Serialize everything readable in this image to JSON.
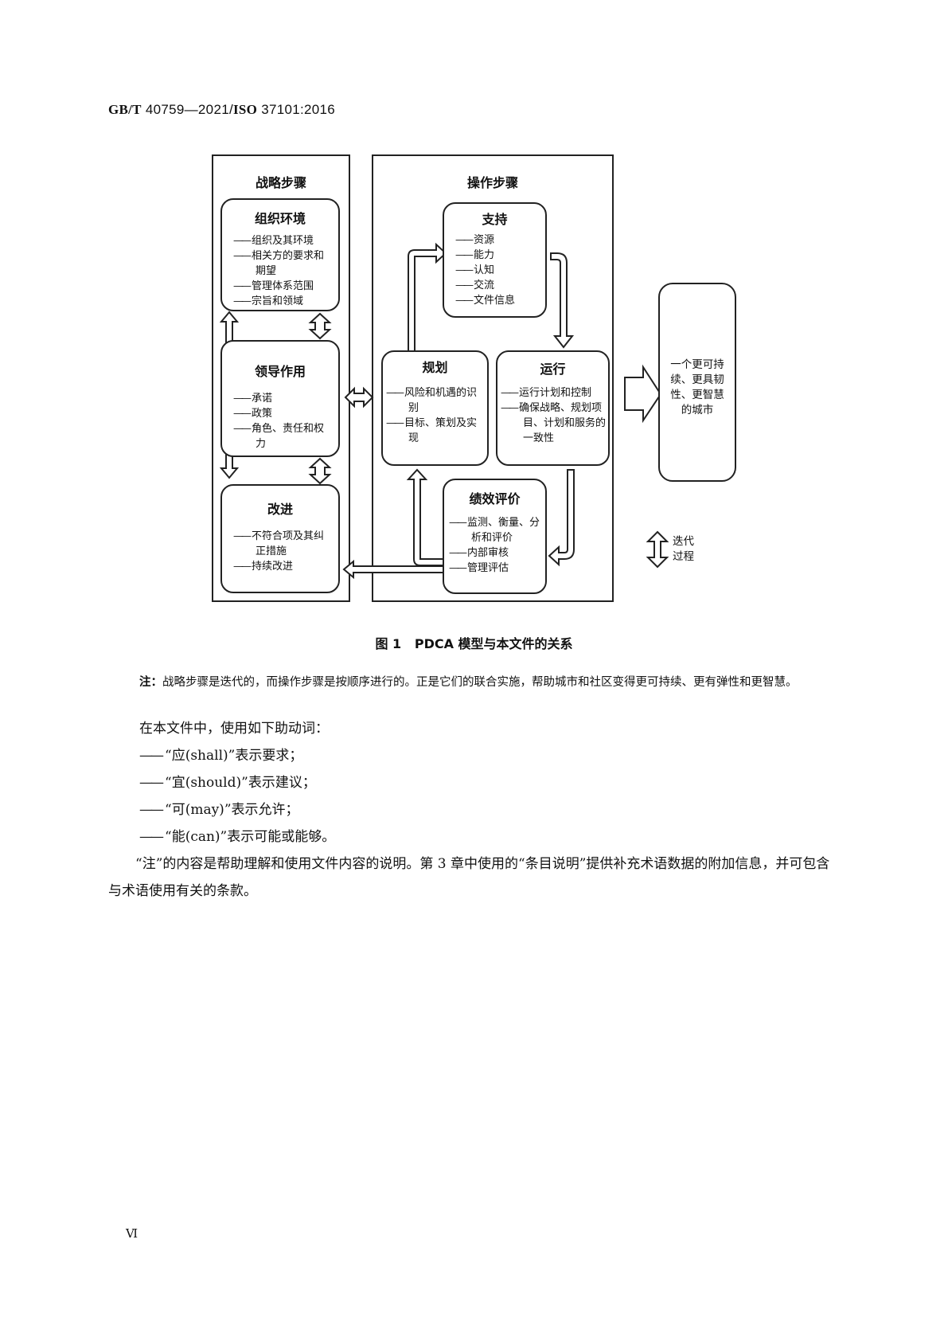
{
  "header": {
    "standard_prefix": "GB/T",
    "standard_code": "40759—2021/",
    "iso_prefix": "ISO",
    "iso_code": " 37101:2016"
  },
  "figure": {
    "strategic_title": "战略步骤",
    "operational_title": "操作步骤",
    "context": {
      "title": "组织环境",
      "items": [
        "组织及其环境",
        "相关方的要求和期望",
        "管理体系范围",
        "宗旨和领域"
      ]
    },
    "leadership": {
      "title": "领导作用",
      "items": [
        "承诺",
        "政策",
        "角色、责任和权力"
      ]
    },
    "improvement": {
      "title": "改进",
      "items": [
        "不符合项及其纠正措施",
        "持续改进"
      ]
    },
    "support": {
      "title": "支持",
      "items": [
        "资源",
        "能力",
        "认知",
        "交流",
        "文件信息"
      ]
    },
    "planning": {
      "title": "规划",
      "items": [
        "风险和机遇的识别",
        "目标、策划及实现"
      ]
    },
    "operation": {
      "title": "运行",
      "items": [
        "运行计划和控制",
        "确保战略、规划项目、计划和服务的一致性"
      ]
    },
    "evaluation": {
      "title": "绩效评价",
      "items": [
        "监测、衡量、分析和评价",
        "内部审核",
        "管理评估"
      ]
    },
    "outcome": "一个更可持续、更具韧性、更智慧的城市",
    "legend_label": "迭代过程",
    "caption": "图 1   PDCA 模型与本文件的关系"
  },
  "note": {
    "label": "注：",
    "text": "战略步骤是迭代的，而操作步骤是按顺序进行的。正是它们的联合实施，帮助城市和社区变得更可持续、更有弹性和更智慧。"
  },
  "body": {
    "intro": "在本文件中，使用如下助动词：",
    "verbs": [
      "“应(shall)”表示要求；",
      "“宜(should)”表示建议；",
      "“可(may)”表示允许；",
      "“能(can)”表示可能或能够。"
    ],
    "paragraph": "“注”的内容是帮助理解和使用文件内容的说明。第 3 章中使用的“条目说明”提供补充术语数据的附加信息，并可包含与术语使用有关的条款。"
  },
  "page_number": "Ⅵ"
}
